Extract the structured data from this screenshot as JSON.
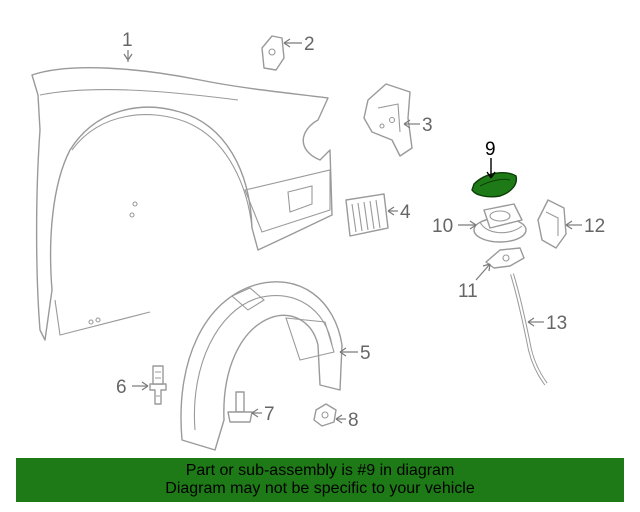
{
  "diagram": {
    "callouts": [
      {
        "id": "1",
        "label": "1"
      },
      {
        "id": "2",
        "label": "2"
      },
      {
        "id": "3",
        "label": "3"
      },
      {
        "id": "4",
        "label": "4"
      },
      {
        "id": "5",
        "label": "5"
      },
      {
        "id": "6",
        "label": "6"
      },
      {
        "id": "7",
        "label": "7"
      },
      {
        "id": "8",
        "label": "8"
      },
      {
        "id": "9",
        "label": "9"
      },
      {
        "id": "10",
        "label": "10"
      },
      {
        "id": "11",
        "label": "11"
      },
      {
        "id": "12",
        "label": "12"
      },
      {
        "id": "13",
        "label": "13"
      }
    ],
    "highlighted_part": "9",
    "highlight_color": "#1e7a16",
    "line_color": "#9a9a9a"
  },
  "banner": {
    "line1": "Part or sub-assembly is #9 in diagram",
    "line2": "Diagram may not be specific to your vehicle",
    "background": "#1e7a16"
  }
}
